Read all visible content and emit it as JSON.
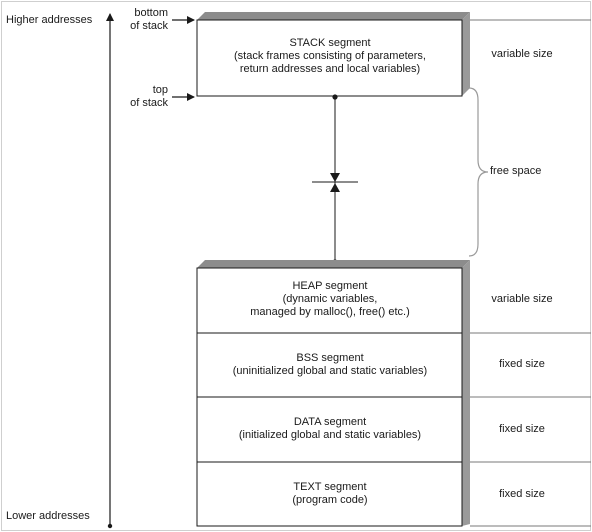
{
  "axis": {
    "top_label": "Higher addresses",
    "bottom_label": "Lower addresses"
  },
  "pointers": {
    "bottom_of_stack": [
      "bottom",
      "of stack"
    ],
    "top_of_stack": [
      "top",
      "of stack"
    ]
  },
  "free_space_label": "free space",
  "segments": [
    {
      "id": "stack",
      "title": "STACK segment",
      "desc": [
        "(stack frames consisting of parameters,",
        "return addresses and local variables)"
      ],
      "size": "variable size"
    },
    {
      "id": "heap",
      "title": "HEAP segment",
      "desc": [
        "(dynamic variables,",
        "managed by malloc(), free() etc.)"
      ],
      "size": "variable size"
    },
    {
      "id": "bss",
      "title": "BSS segment",
      "desc": [
        "(uninitialized global and static variables)"
      ],
      "size": "fixed size"
    },
    {
      "id": "data",
      "title": "DATA segment",
      "desc": [
        "(initialized global and static variables)"
      ],
      "size": "fixed size"
    },
    {
      "id": "text",
      "title": "TEXT segment",
      "desc": [
        "(program code)"
      ],
      "size": "fixed size"
    }
  ],
  "colors": {
    "line": "#1a1a1a",
    "box_top": "#8c8c8c",
    "box_side": "#9a9a9a",
    "guide": "#7a7a7a"
  }
}
